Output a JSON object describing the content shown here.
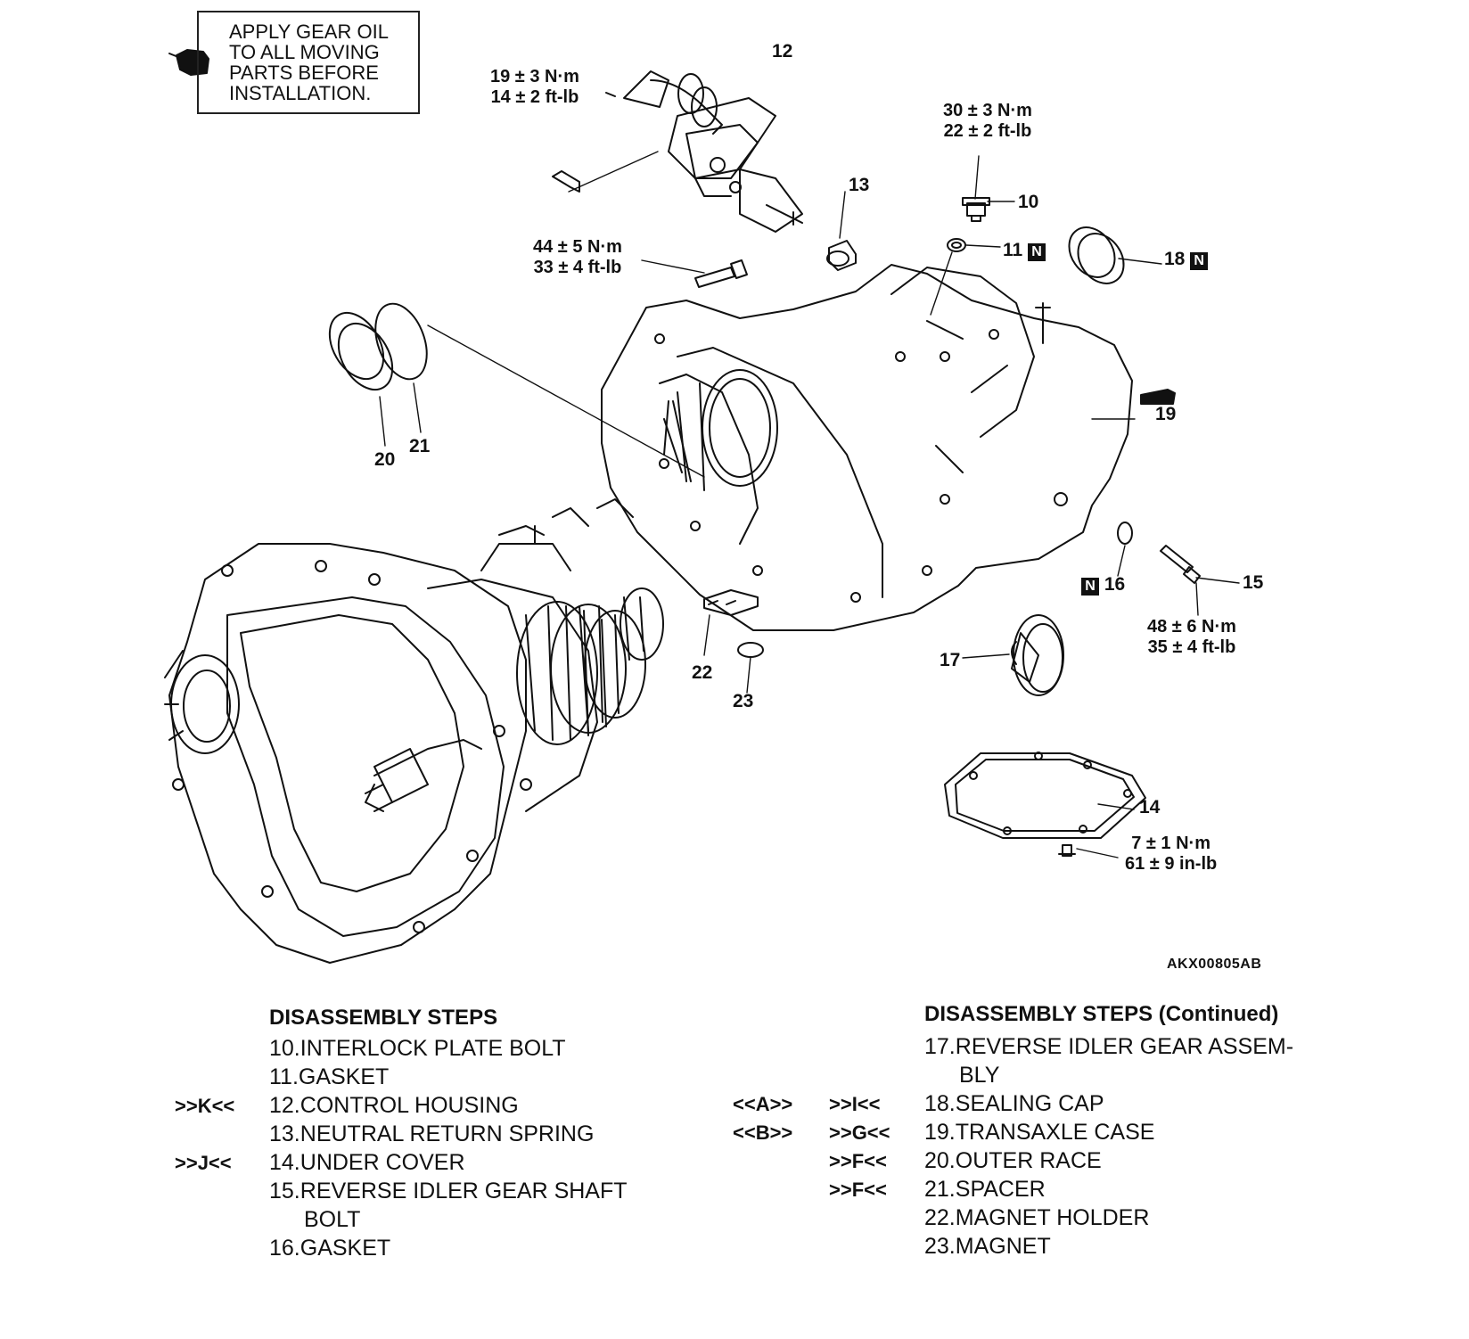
{
  "note": {
    "lines": [
      "APPLY GEAR OIL",
      "TO ALL MOVING",
      "PARTS BEFORE",
      "INSTALLATION."
    ],
    "icon": "oil-can-icon"
  },
  "figure_id": "AKX00805AB",
  "callouts": {
    "c10": "10",
    "c11": "11",
    "c12": "12",
    "c13": "13",
    "c14": "14",
    "c15": "15",
    "c16": "16",
    "c17": "17",
    "c18": "18",
    "c19": "19",
    "c20": "20",
    "c21": "21",
    "c22": "22",
    "c23": "23",
    "new_badge": "N"
  },
  "torques": {
    "t12": [
      "19 ± 3 N·m",
      "14 ± 2 ft-lb"
    ],
    "t10": [
      "30 ± 3 N·m",
      "22 ± 2 ft-lb"
    ],
    "t_case": [
      "44 ± 5 N·m",
      "33 ± 4 ft-lb"
    ],
    "t15": [
      "48 ± 6 N·m",
      "35 ± 4 ft-lb"
    ],
    "t14": [
      "7 ± 1 N·m",
      "61 ± 9 in-lb"
    ]
  },
  "steps_left": {
    "title": "DISASSEMBLY STEPS",
    "items": [
      {
        "mark": "",
        "num": "10.",
        "text": "INTERLOCK PLATE BOLT",
        "cont": ""
      },
      {
        "mark": "",
        "num": "11.",
        "text": "GASKET",
        "cont": ""
      },
      {
        "mark": ">>K<<",
        "num": "12.",
        "text": "CONTROL HOUSING",
        "cont": ""
      },
      {
        "mark": "",
        "num": "13.",
        "text": "NEUTRAL RETURN SPRING",
        "cont": ""
      },
      {
        "mark": ">>J<<",
        "num": "14.",
        "text": "UNDER COVER",
        "cont": ""
      },
      {
        "mark": "",
        "num": "15.",
        "text": "REVERSE IDLER GEAR SHAFT",
        "cont": "BOLT"
      },
      {
        "mark": "",
        "num": "16.",
        "text": "GASKET",
        "cont": ""
      }
    ]
  },
  "steps_right": {
    "title": "DISASSEMBLY STEPS (Continued)",
    "items": [
      {
        "mark1": "",
        "mark2": "",
        "num": "17.",
        "text": "REVERSE IDLER GEAR ASSEM-",
        "cont": "BLY"
      },
      {
        "mark1": "<<A>>",
        "mark2": ">>I<<",
        "num": "18.",
        "text": "SEALING CAP",
        "cont": ""
      },
      {
        "mark1": "<<B>>",
        "mark2": ">>G<<",
        "num": "19.",
        "text": "TRANSAXLE CASE",
        "cont": ""
      },
      {
        "mark1": "",
        "mark2": ">>F<<",
        "num": "20.",
        "text": "OUTER RACE",
        "cont": ""
      },
      {
        "mark1": "",
        "mark2": ">>F<<",
        "num": "21.",
        "text": "SPACER",
        "cont": ""
      },
      {
        "mark1": "",
        "mark2": "",
        "num": "22.",
        "text": "MAGNET HOLDER",
        "cont": ""
      },
      {
        "mark1": "",
        "mark2": "",
        "num": "23.",
        "text": "MAGNET",
        "cont": ""
      }
    ]
  }
}
